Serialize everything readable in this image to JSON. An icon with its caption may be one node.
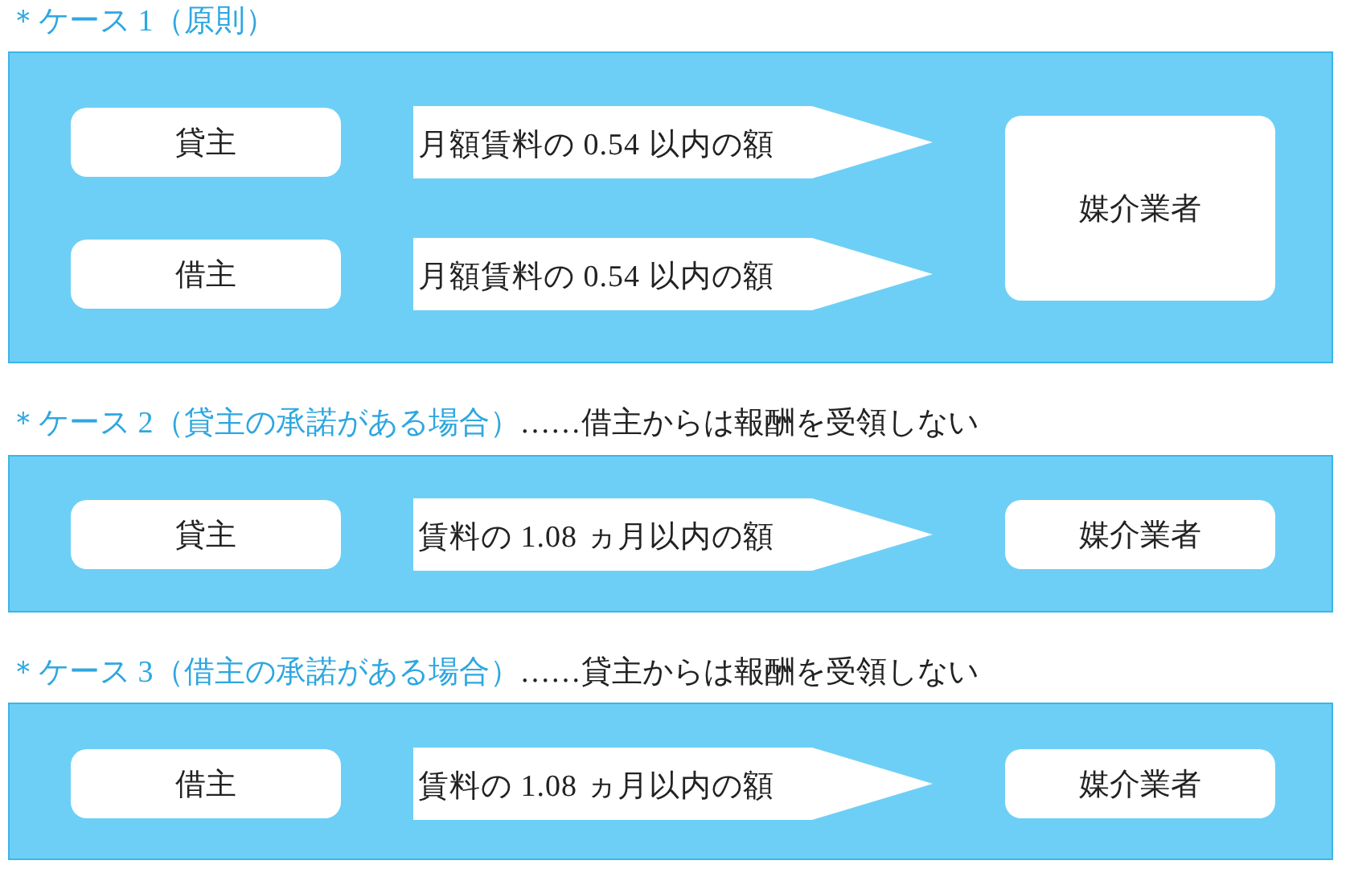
{
  "diagram": {
    "nodes": [
      {
        "text": [
          "＊ケース 1（原則）"
        ]
      },
      {
        "text": [
          "貸主"
        ],
        "in": 0
      },
      {
        "text": [
          "借主"
        ],
        "in": 0
      },
      {
        "text": [
          "媒介業者"
        ],
        "in": 0
      },
      {
        "text": [
          "＊ケース 2（貸主の承諾がある場合）",
          "……借主からは報酬を受領しない"
        ]
      },
      {
        "text": [
          "貸主"
        ],
        "in": 4
      },
      {
        "text": [
          "媒介業者"
        ],
        "in": 4
      },
      {
        "text": [
          "＊ケース 3（借主の承諾がある場合）",
          "……貸主からは報酬を受領しない"
        ]
      },
      {
        "text": [
          "借主"
        ],
        "in": 7
      },
      {
        "text": [
          "媒介業者"
        ],
        "in": 7
      }
    ],
    "edges": [
      {
        "from": 1,
        "to": 3,
        "arrow": "to",
        "label": "月額賃料の 0.54 以内の額"
      },
      {
        "from": 2,
        "to": 3,
        "arrow": "to",
        "label": "月額賃料の 0.54 以内の額"
      },
      {
        "from": 5,
        "to": 6,
        "arrow": "to",
        "label": "賃料の 1.08 ヵ月以内の額"
      },
      {
        "from": 8,
        "to": 9,
        "arrow": "to",
        "label": "賃料の 1.08 ヵ月以内の額"
      }
    ]
  }
}
